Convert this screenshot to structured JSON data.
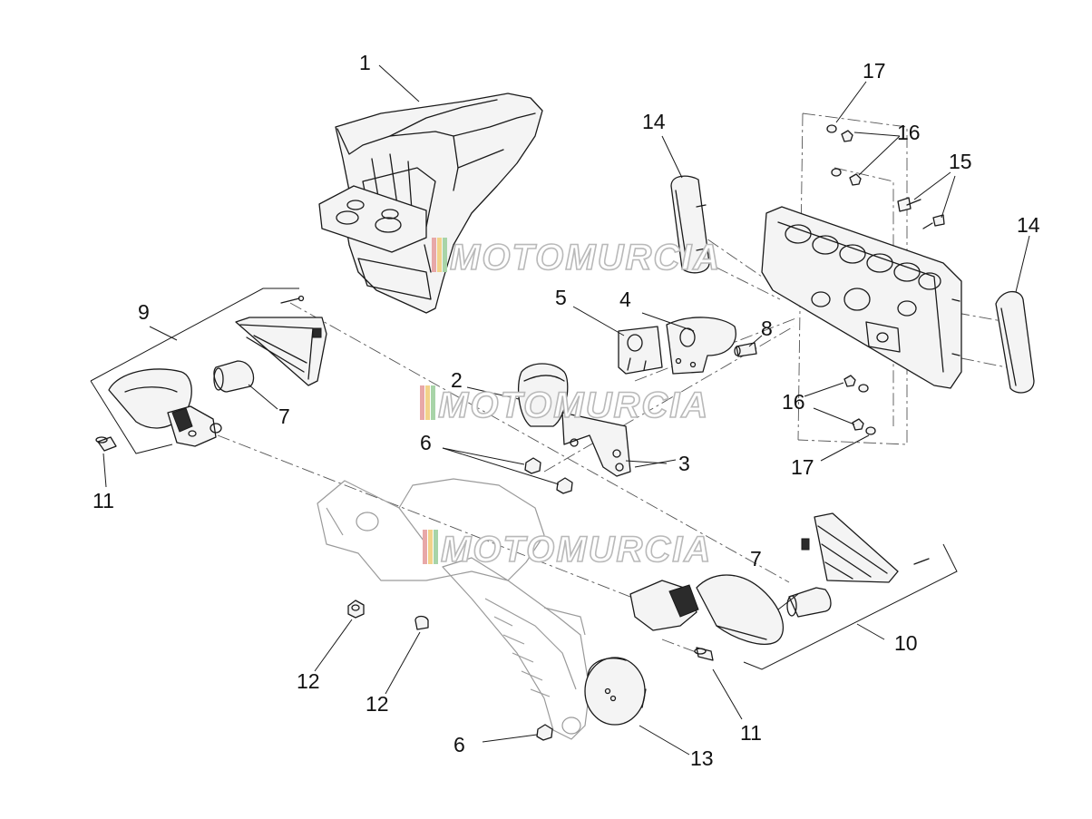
{
  "diagram": {
    "callouts": [
      {
        "id": "c1",
        "text": "1"
      },
      {
        "id": "c2",
        "text": "2"
      },
      {
        "id": "c3",
        "text": "3"
      },
      {
        "id": "c4",
        "text": "4"
      },
      {
        "id": "c5",
        "text": "5"
      },
      {
        "id": "c6a",
        "text": "6"
      },
      {
        "id": "c6b",
        "text": "6"
      },
      {
        "id": "c7a",
        "text": "7"
      },
      {
        "id": "c7b",
        "text": "7"
      },
      {
        "id": "c8",
        "text": "8"
      },
      {
        "id": "c9",
        "text": "9"
      },
      {
        "id": "c10",
        "text": "10"
      },
      {
        "id": "c11a",
        "text": "11"
      },
      {
        "id": "c11b",
        "text": "11"
      },
      {
        "id": "c12a",
        "text": "12"
      },
      {
        "id": "c12b",
        "text": "12"
      },
      {
        "id": "c13",
        "text": "13"
      },
      {
        "id": "c14a",
        "text": "14"
      },
      {
        "id": "c14b",
        "text": "14"
      },
      {
        "id": "c15",
        "text": "15"
      },
      {
        "id": "c16a",
        "text": "16"
      },
      {
        "id": "c16b",
        "text": "16"
      },
      {
        "id": "c17a",
        "text": "17"
      },
      {
        "id": "c17b",
        "text": "17"
      }
    ]
  },
  "watermark": {
    "text": "MOTOMURCIA",
    "stripe_colors": [
      "#e8a8a8",
      "#f2d28a",
      "#a8d4a8",
      "#f1f1f1"
    ]
  }
}
